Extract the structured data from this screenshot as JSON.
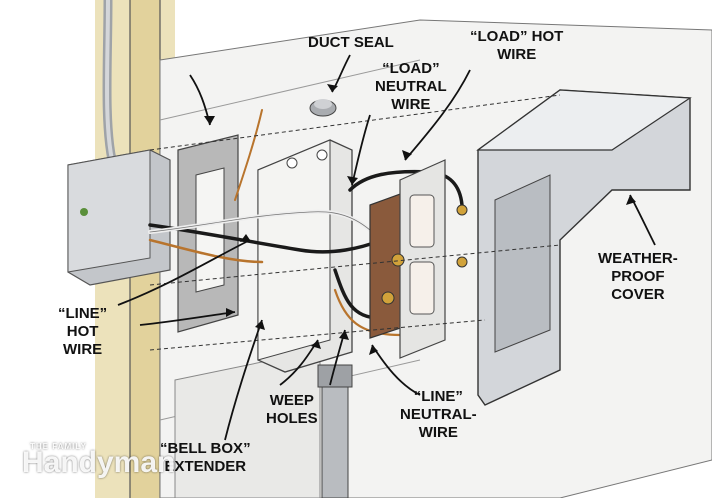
{
  "labels": {
    "duct_seal": "DUCT SEAL",
    "load_hot_wire": "“LOAD” HOT\nWIRE",
    "load_neutral_wire": "“LOAD”\nNEUTRAL\nWIRE",
    "weatherproof_cover": "WEATHER-\nPROOF\nCOVER",
    "line_hot_wire": "“LINE”\nHOT\nWIRE",
    "weep_holes": "WEEP\nHOLES",
    "line_neutral_wire": "“LINE”\nNEUTRAL-\nWIRE",
    "bell_box_extender": "“BELL BOX”\nEXTENDER"
  },
  "watermark": {
    "small": "THE FAMILY",
    "brand": "Handyman"
  },
  "colors": {
    "wall_siding": "#e9dcb0",
    "metal": "#c9ccd0",
    "receptacle": "#8a5a3c",
    "wire_black": "#1a1a1a",
    "wire_white": "#eeeeee",
    "copper": "#b8742d"
  }
}
